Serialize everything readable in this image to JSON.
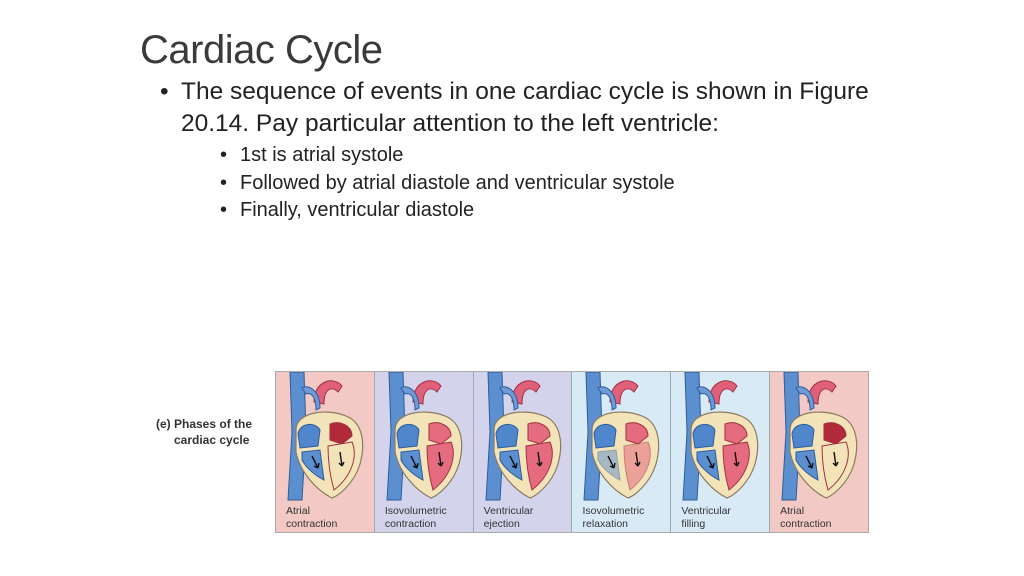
{
  "slide": {
    "title": "Cardiac Cycle",
    "bullet_main": "The sequence of events in one cardiac cycle is shown in Figure 20.14.  Pay particular attention to the left ventricle:",
    "sub_bullets": [
      "1st is atrial systole",
      "Followed by atrial diastole and ventricular systole",
      "Finally, ventricular diastole"
    ]
  },
  "figure": {
    "caption_line1": "(e) Phases of the",
    "caption_line2": "cardiac cycle",
    "panels": [
      {
        "line1": "Atrial",
        "line2": "contraction",
        "bg": "#f2c9c4"
      },
      {
        "line1": "Isovolumetric",
        "line2": "contraction",
        "bg": "#d3d3ec"
      },
      {
        "line1": "Ventricular",
        "line2": "ejection",
        "bg": "#d3d3ec"
      },
      {
        "line1": "Isovolumetric",
        "line2": "relaxation",
        "bg": "#d9eaf7"
      },
      {
        "line1": "Ventricular",
        "line2": "filling",
        "bg": "#d9eaf7"
      },
      {
        "line1": "Atrial",
        "line2": "contraction",
        "bg": "#f2c9c4"
      }
    ]
  }
}
